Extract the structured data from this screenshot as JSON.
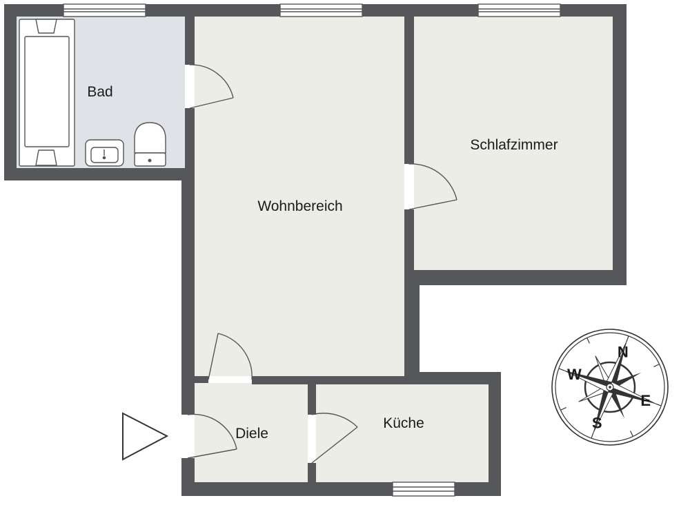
{
  "rooms": {
    "bad": {
      "label": "Bad",
      "fill": "#dfe3e8"
    },
    "wohnbereich": {
      "label": "Wohnbereich",
      "fill": "#edede8"
    },
    "schlafzimmer": {
      "label": "Schlafzimmer",
      "fill": "#edede8"
    },
    "diele": {
      "label": "Diele",
      "fill": "#edede8"
    },
    "kueche": {
      "label": "Küche",
      "fill": "#edede8"
    }
  },
  "compass": {
    "north": "N",
    "east": "E",
    "south": "S",
    "west": "W"
  },
  "colors": {
    "wall": "#55575b",
    "line": "#555555",
    "window_fill": "#ffffff"
  }
}
